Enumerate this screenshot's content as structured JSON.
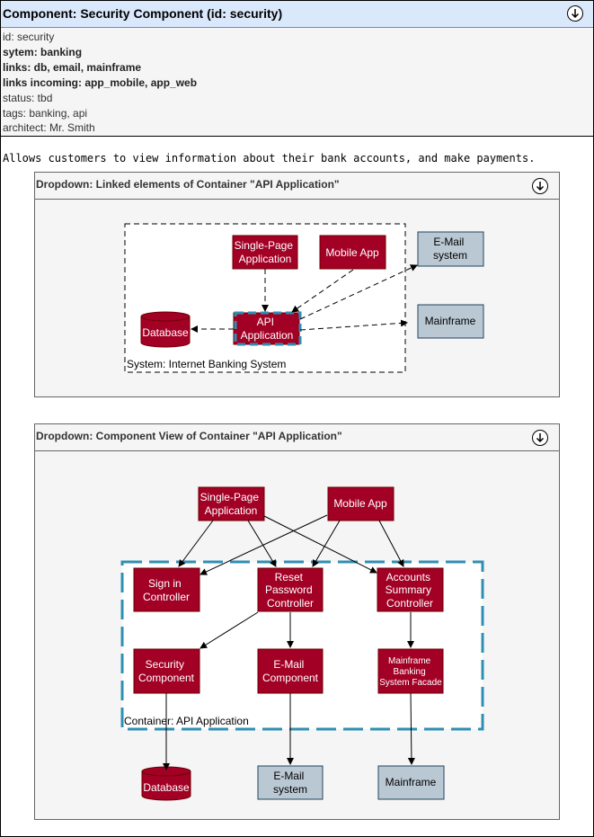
{
  "header": {
    "title": "Component: Security Component (id: security)"
  },
  "properties": [
    {
      "text": "id: security",
      "bold": false
    },
    {
      "text": "sytem: banking",
      "bold": true
    },
    {
      "text": "links: db, email, mainframe",
      "bold": true
    },
    {
      "text": "links incoming: app_mobile, app_web",
      "bold": true
    },
    {
      "text": "status: tbd",
      "bold": false
    },
    {
      "text": "tags: banking, api",
      "bold": false
    },
    {
      "text": "architect: Mr. Smith",
      "bold": false
    }
  ],
  "description": "Allows customers to view information about their bank accounts, and make payments.",
  "panel1": {
    "title": "Dropdown: Linked elements of Container \"API Application\"",
    "boundary_label": "System: Internet Banking System",
    "nodes": {
      "spa": [
        "Single-Page",
        "Application"
      ],
      "mobile": [
        "Mobile App"
      ],
      "api": [
        "API",
        "Application"
      ],
      "db": [
        "Database"
      ],
      "email": [
        "E-Mail",
        "system"
      ],
      "mainframe": [
        "Mainframe"
      ]
    }
  },
  "panel2": {
    "title": "Dropdown: Component View of Container \"API Application\"",
    "boundary_label": "Container: API Application",
    "nodes": {
      "spa": [
        "Single-Page",
        "Application"
      ],
      "mobile": [
        "Mobile App"
      ],
      "signin": [
        "Sign in",
        "Controller"
      ],
      "reset": [
        "Reset",
        "Password",
        "Controller"
      ],
      "accounts": [
        "Accounts",
        "Summary",
        "Controller"
      ],
      "security": [
        "Security",
        "Component"
      ],
      "emailcomp": [
        "E-Mail",
        "Component"
      ],
      "facade": [
        "Mainframe",
        "Banking",
        "System Facade"
      ],
      "db": [
        "Database"
      ],
      "email": [
        "E-Mail",
        "system"
      ],
      "mainframe": [
        "Mainframe"
      ]
    }
  },
  "colors": {
    "header_bg": "#dae8fc",
    "node_red": "#a20025",
    "node_blue": "#bac8d3",
    "api_dash": "#2f8fb3"
  }
}
